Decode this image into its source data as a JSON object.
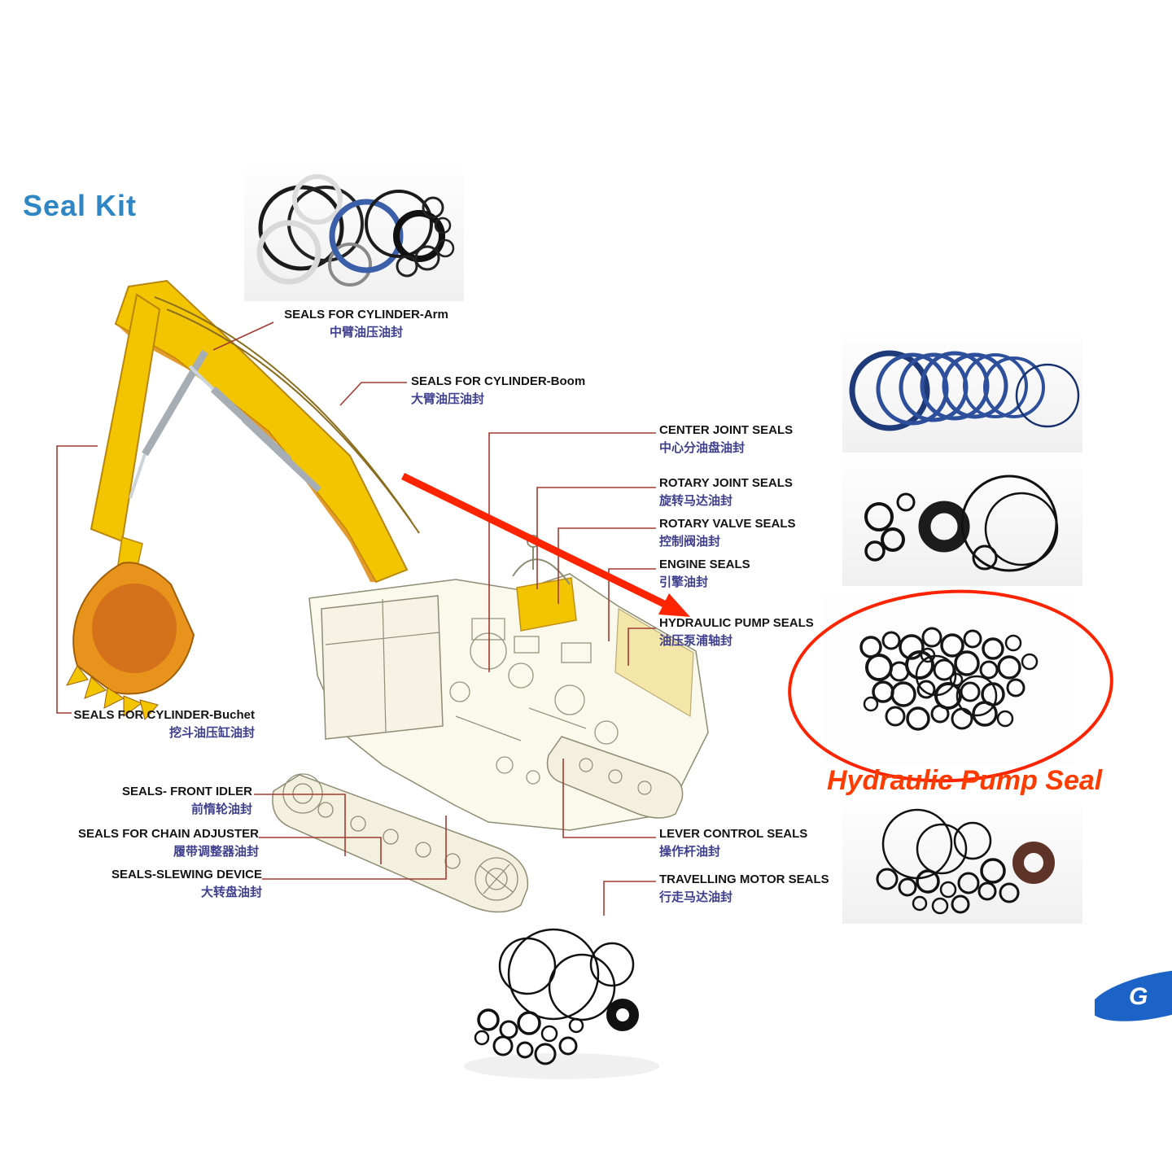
{
  "title": "Seal Kit",
  "highlight": {
    "label": "Hydraulic Pump Seal"
  },
  "labels": {
    "cylinder_arm": {
      "en": "SEALS FOR CYLINDER-Arm",
      "zh": "中臂油压油封"
    },
    "cylinder_boom": {
      "en": "SEALS FOR CYLINDER-Boom",
      "zh": "大臂油压油封"
    },
    "center_joint": {
      "en": "CENTER JOINT SEALS",
      "zh": "中心分油盘油封"
    },
    "rotary_joint": {
      "en": "ROTARY JOINT SEALS",
      "zh": "旋转马达油封"
    },
    "rotary_valve": {
      "en": "ROTARY VALVE SEALS",
      "zh": "控制阀油封"
    },
    "engine": {
      "en": "ENGINE SEALS",
      "zh": "引擎油封"
    },
    "hydraulic_pump": {
      "en": "HYDRAULIC PUMP SEALS",
      "zh": "油压泵浦轴封"
    },
    "cylinder_bucket": {
      "en": "SEALS FOR CYLINDER-Buchet",
      "zh": "挖斗油压缸油封"
    },
    "front_idler": {
      "en": "SEALS- FRONT IDLER",
      "zh": "前惰轮油封"
    },
    "chain_adjuster": {
      "en": "SEALS FOR CHAIN ADJUSTER",
      "zh": "履带调整器油封"
    },
    "slewing_device": {
      "en": "SEALS-SLEWING DEVICE",
      "zh": "大转盘油封"
    },
    "lever_control": {
      "en": "LEVER CONTROL SEALS",
      "zh": "操作杆油封"
    },
    "travelling_motor": {
      "en": "TRAVELLING MOTOR SEALS",
      "zh": "行走马达油封"
    }
  },
  "logo": {
    "text": "G"
  },
  "colors": {
    "accent_red": "#ff2400",
    "callout_line": "#a23b32",
    "title_blue": "#2f86c5",
    "chinese_text": "#3f3f8f",
    "machine_yellow": "#f2c500"
  }
}
